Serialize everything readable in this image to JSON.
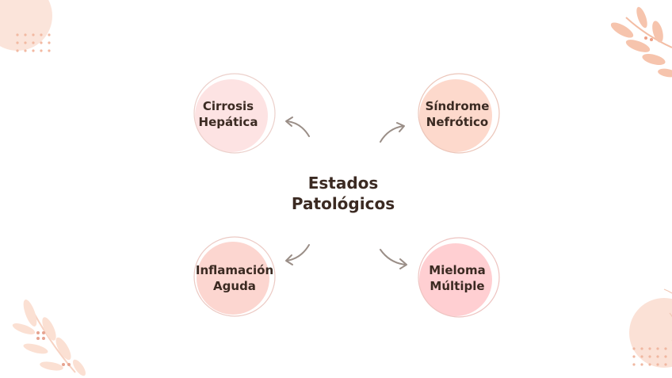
{
  "center": {
    "title": "Estados\nPatológicos"
  },
  "nodes": [
    {
      "label": "Cirrosis\nHepática",
      "fill": "#fde3e3"
    },
    {
      "label": "Síndrome\nNefrótico",
      "fill": "#fdd9cc"
    },
    {
      "label": "Inflamación\nAguda",
      "fill": "#fcd6d0"
    },
    {
      "label": "Mieloma\nMúltiple",
      "fill": "#ffcfd2"
    }
  ],
  "colors": {
    "text": "#3b2a22",
    "arrow": "#9a8e87",
    "outline": "#e9c9bf",
    "decor": "#f6cdb8"
  }
}
